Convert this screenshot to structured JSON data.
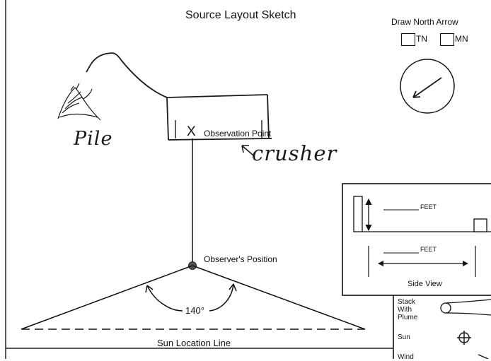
{
  "title": "Source Layout Sketch",
  "north_arrow": {
    "label": "Draw North Arrow",
    "options": [
      "TN",
      "MN"
    ]
  },
  "handwritten": {
    "pile": "Pile",
    "crusher": "crusher"
  },
  "labels": {
    "observation_point_mark": "X",
    "observation_point": "Observation Point",
    "observer_position": "Observer's Position",
    "angle": "140°",
    "sun_line": "Sun Location Line"
  },
  "side_view": {
    "feet_top": "FEET",
    "feet_bottom": "FEET",
    "caption": "Side View"
  },
  "legend": {
    "stack": "Stack With Plume",
    "sun": "Sun",
    "wind": "Wind"
  }
}
